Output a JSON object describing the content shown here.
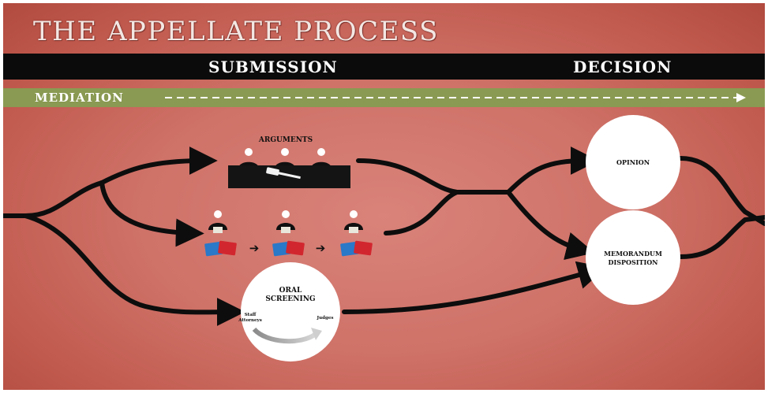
{
  "title": "THE APPELLATE PROCESS",
  "phases": {
    "submission": "SUBMISSION",
    "decision": "DECISION"
  },
  "mediation": "MEDIATION",
  "nodes": {
    "arguments": "ARGUMENTS",
    "oral_screening": [
      "ORAL",
      "SCREENING"
    ],
    "staff_attorneys": [
      "Staff",
      "Attorneys"
    ],
    "judges": "Judges",
    "opinion": "OPINION",
    "memorandum": [
      "MEMORANDUM",
      "DISPOSITION"
    ]
  },
  "colors": {
    "background": "#cf7268",
    "bar": "#0b0b0b",
    "mediation": "#8a9a52",
    "flow": "#0d0d0d",
    "folder_blue": "#2a78c8",
    "folder_red": "#d2262e"
  }
}
